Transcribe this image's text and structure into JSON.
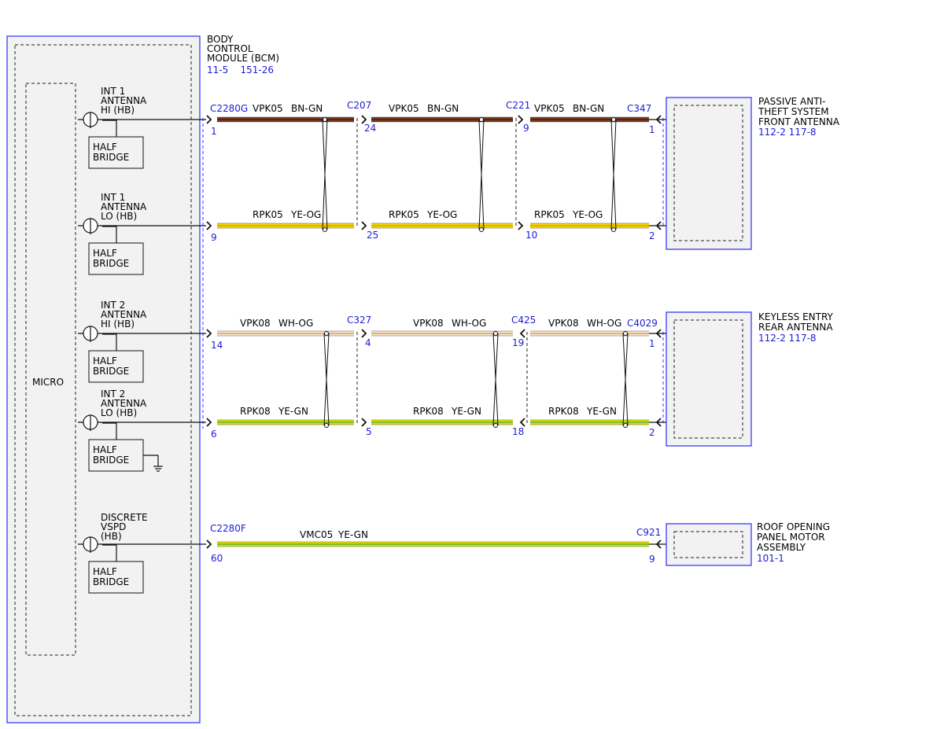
{
  "bcm": {
    "name": [
      "BODY",
      "CONTROL",
      "MODULE (BCM)"
    ],
    "refs": "11-5    151-26",
    "micro_label": "MICRO",
    "half_bridge": [
      "HALF",
      "BRIDGE"
    ]
  },
  "circuits": [
    {
      "label": [
        "INT 1",
        "ANTENNA",
        "HI (HB)"
      ]
    },
    {
      "label": [
        "INT 1",
        "ANTENNA",
        "LO (HB)"
      ]
    },
    {
      "label": [
        "INT 2",
        "ANTENNA",
        "HI (HB)"
      ]
    },
    {
      "label": [
        "INT 2",
        "ANTENNA",
        "LO (HB)"
      ]
    },
    {
      "label": [
        "DISCRETE",
        "VSPD",
        "(HB)"
      ]
    }
  ],
  "wire_colors": {
    "BN-GN": [
      "#7a3a1e",
      "#4a2414"
    ],
    "YE-OG": [
      "#f5e000",
      "#e89a00"
    ],
    "WH-OG": [
      "#f4ead8",
      "#e3a35a"
    ],
    "YE-GN": [
      "#e8e000",
      "#5cb82e"
    ]
  },
  "connectors": {
    "c2280g": "C2280G",
    "c207": "C207",
    "c221": "C221",
    "c347": "C347",
    "c327": "C327",
    "c425": "C425",
    "c4029": "C4029",
    "c2280f": "C2280F",
    "c921": "C921"
  },
  "wires": {
    "r1": [
      {
        "circuit": "VPK05",
        "color": "BN-GN"
      },
      {
        "circuit": "VPK05",
        "color": "BN-GN"
      },
      {
        "circuit": "VPK05",
        "color": "BN-GN"
      }
    ],
    "r2": [
      {
        "circuit": "RPK05",
        "color": "YE-OG"
      },
      {
        "circuit": "RPK05",
        "color": "YE-OG"
      },
      {
        "circuit": "RPK05",
        "color": "YE-OG"
      }
    ],
    "r3": [
      {
        "circuit": "VPK08",
        "color": "WH-OG"
      },
      {
        "circuit": "VPK08",
        "color": "WH-OG"
      },
      {
        "circuit": "VPK08",
        "color": "WH-OG"
      }
    ],
    "r4": [
      {
        "circuit": "RPK08",
        "color": "YE-GN"
      },
      {
        "circuit": "RPK08",
        "color": "YE-GN"
      },
      {
        "circuit": "RPK08",
        "color": "YE-GN"
      }
    ],
    "r5": [
      {
        "circuit": "VMC05",
        "color": "YE-GN"
      }
    ]
  },
  "pins": {
    "r1": [
      "1",
      "24",
      "9",
      "1"
    ],
    "r2": [
      "9",
      "25",
      "10",
      "2"
    ],
    "r3": [
      "14",
      "4",
      "19",
      "1"
    ],
    "r4": [
      "6",
      "5",
      "18",
      "2"
    ],
    "r5": [
      "60",
      "9"
    ]
  },
  "components": {
    "pats": {
      "name": [
        "PASSIVE ANTI-",
        "THEFT SYSTEM",
        "FRONT ANTENNA"
      ],
      "refs": "112-2 117-8"
    },
    "keyless": {
      "name": [
        "KEYLESS ENTRY",
        "REAR ANTENNA"
      ],
      "refs": "112-2 117-8"
    },
    "roof": {
      "name": [
        "ROOF OPENING",
        "PANEL MOTOR",
        "ASSEMBLY"
      ],
      "refs": "101-1"
    }
  }
}
